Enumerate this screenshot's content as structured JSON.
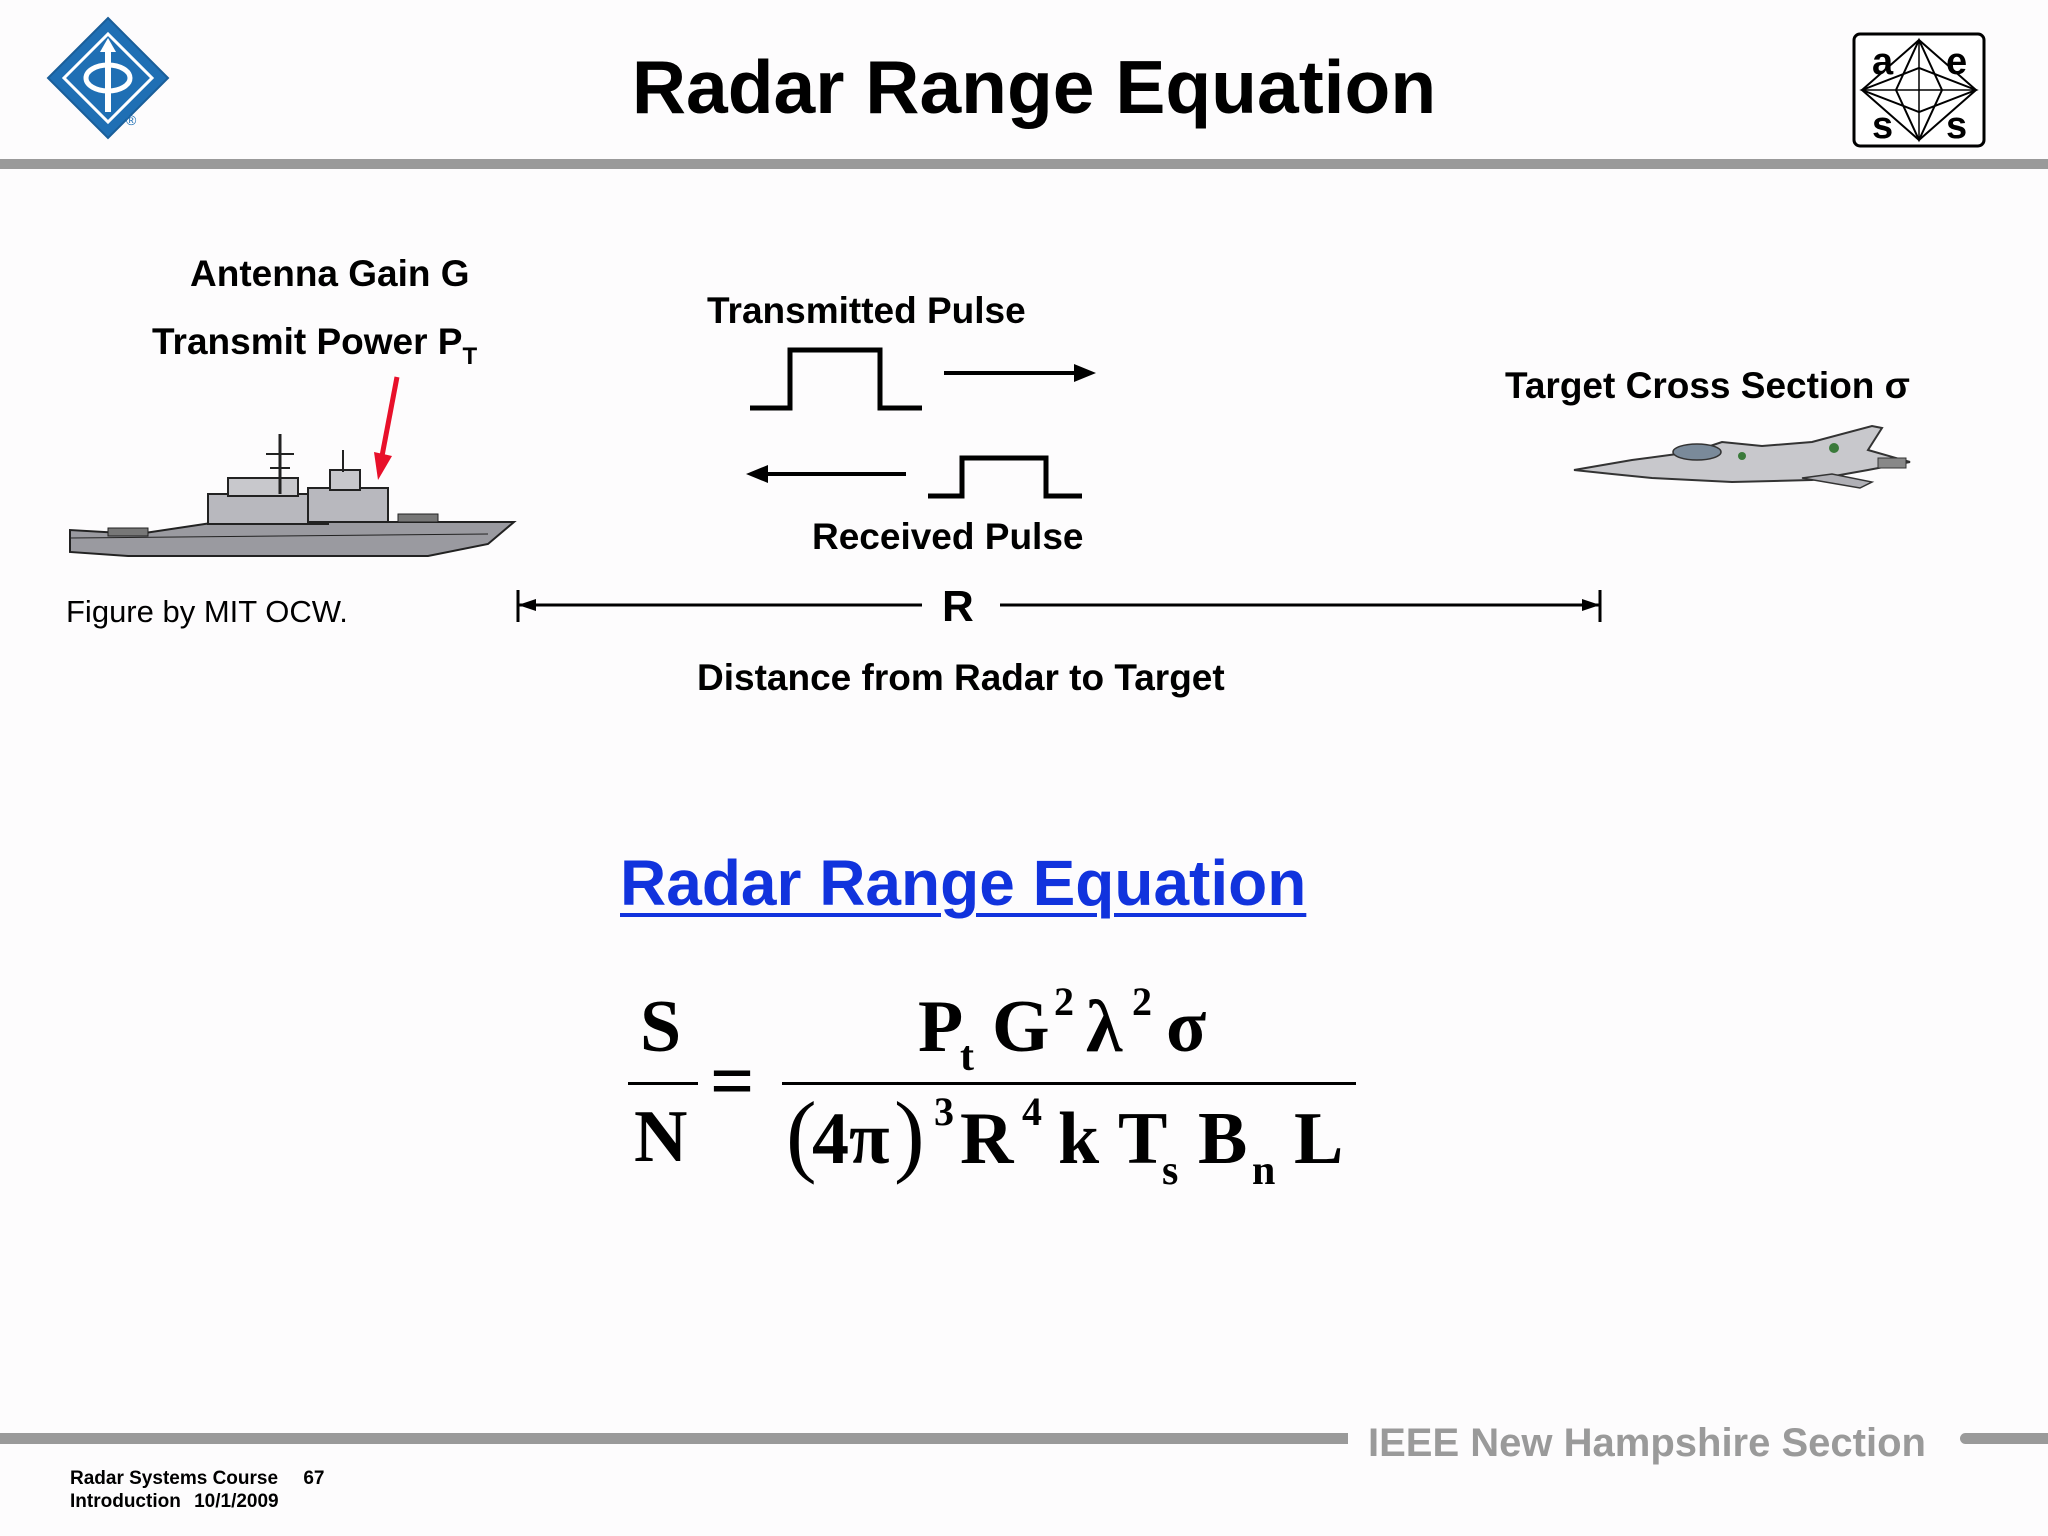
{
  "title": "Radar Range Equation",
  "logos": {
    "left": {
      "icon": "ieee-diamond-icon",
      "mark": "®"
    },
    "right": {
      "icon": "aess-logo-icon",
      "letters": [
        "a",
        "e",
        "s",
        "s"
      ]
    }
  },
  "diagram": {
    "antenna_gain": "Antenna Gain G",
    "transmit_power": "Transmit Power P",
    "transmit_power_sub": "T",
    "transmitted_pulse": "Transmitted Pulse",
    "received_pulse": "Received Pulse",
    "target_cross_section": "Target Cross Section σ",
    "range_symbol": "R",
    "range_caption": "Distance from Radar to Target",
    "figure_credit": "Figure by MIT OCW.",
    "icons": [
      "ship-icon",
      "fighter-jet-icon",
      "red-arrow-icon"
    ],
    "accent_color": "#e8102a"
  },
  "equation": {
    "heading": "Radar Range Equation",
    "heading_color": "#1133dd",
    "lhs_num": "S",
    "lhs_den": "N",
    "equals": "=",
    "num": {
      "P": "P",
      "t": "t",
      "G": "G",
      "G_exp": "2",
      "lambda": "λ",
      "lambda_exp": "2",
      "sigma": "σ"
    },
    "den": {
      "open": "(",
      "four_pi": "4π",
      "close": ")",
      "pi_exp": "3",
      "R": "R",
      "R_exp": "4",
      "k": "k",
      "T": "T",
      "s": "s",
      "B": "B",
      "n": "n",
      "L": "L"
    }
  },
  "footer": {
    "org": "IEEE New Hampshire Section",
    "course": "Radar Systems Course",
    "page": "67",
    "section": "Introduction",
    "date": "10/1/2009"
  }
}
